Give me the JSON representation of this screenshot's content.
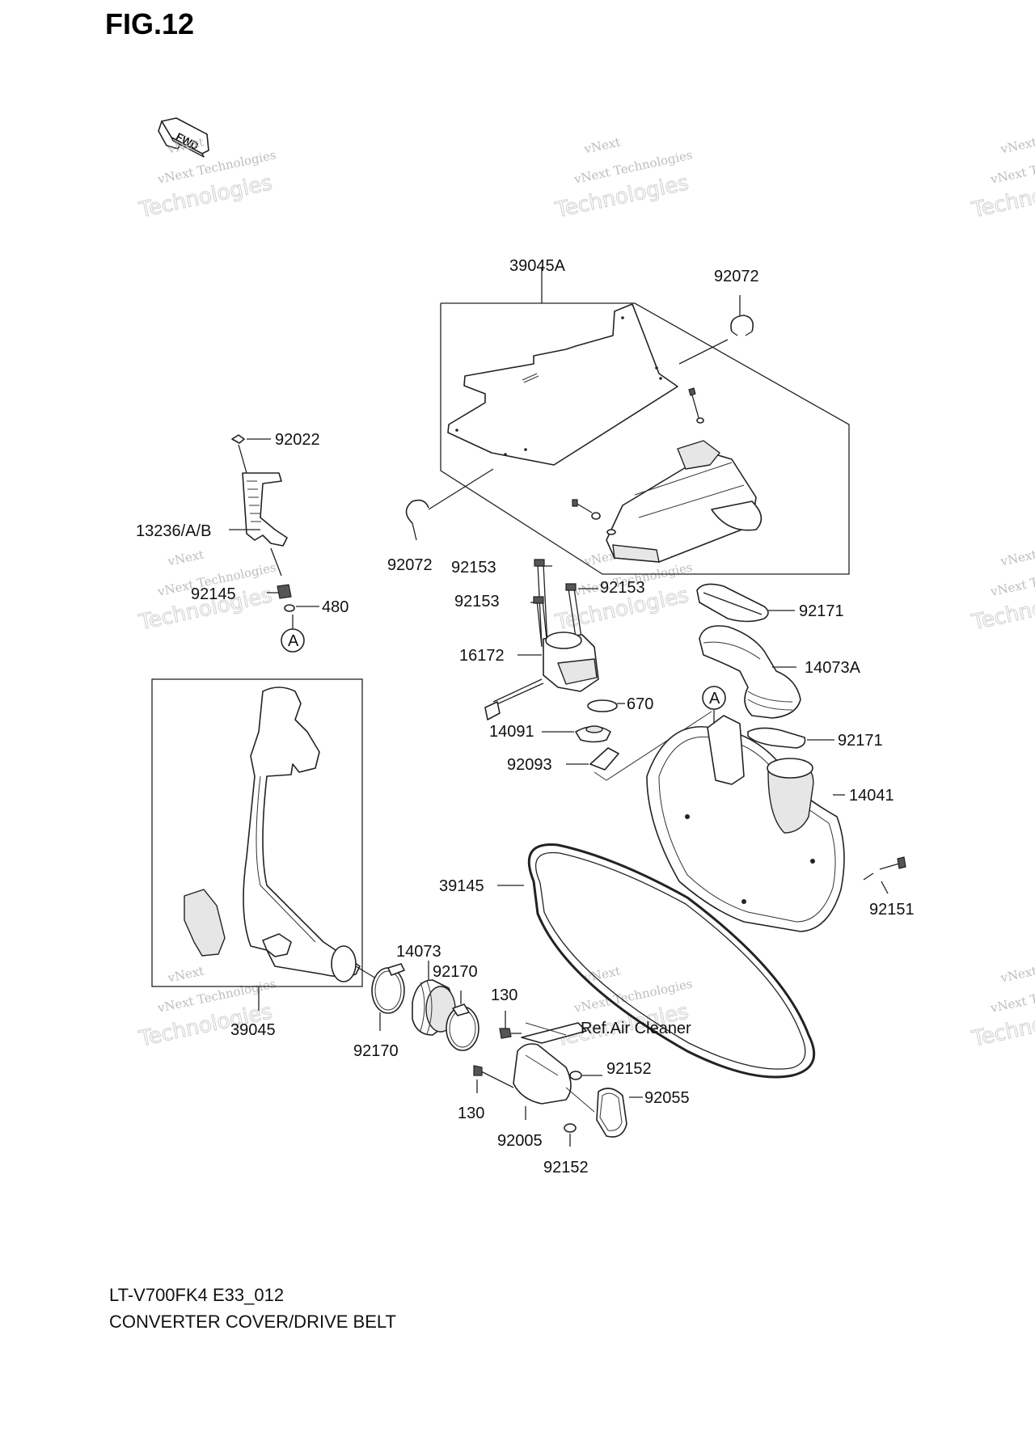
{
  "figure": {
    "title": "FIG.12",
    "fwd_label": "FWD",
    "footer_model": "LT-V700FK4 E33_012",
    "footer_caption": "CONVERTER COVER/DRIVE BELT"
  },
  "watermark": {
    "line1": "vNext",
    "line2": "vNext Technologies",
    "line3": "Technologies"
  },
  "callouts": {
    "c39045A": "39045A",
    "c92072_top": "92072",
    "c92022": "92022",
    "c13236": "13236/A/B",
    "c92072_left": "92072",
    "c92145": "92145",
    "c480": "480",
    "refA_left": "A",
    "c92153_a": "92153",
    "c92153_b": "92153",
    "c92153_c": "92153",
    "c92171_top": "92171",
    "c14073A": "14073A",
    "c16172": "16172",
    "c670": "670",
    "refA_right": "A",
    "c14091": "14091",
    "c92171_mid": "92171",
    "c92093": "92093",
    "c14041": "14041",
    "c39145": "39145",
    "c92151": "92151",
    "c14073": "14073",
    "c92170_right": "92170",
    "c130_top": "130",
    "ref_air_cleaner": "Ref.Air Cleaner",
    "c39045": "39045",
    "c92170_left": "92170",
    "c92152_top": "92152",
    "c92055": "92055",
    "c130_bottom": "130",
    "c92005": "92005",
    "c92152_bottom": "92152"
  }
}
